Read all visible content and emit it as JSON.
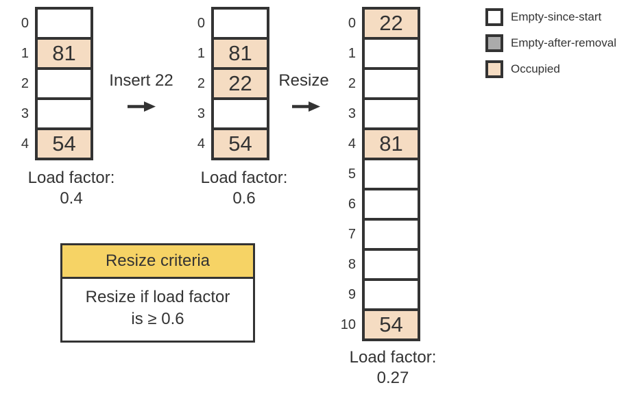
{
  "colors": {
    "border": "#333333",
    "text": "#333333",
    "empty": "#ffffff",
    "removed": "#ababab",
    "occupied": "#f5dcc2",
    "yellow": "#f6d365"
  },
  "tables": [
    {
      "name": "hash-table-initial",
      "caption_label": "Load factor:",
      "caption_value": "0.4",
      "cells": [
        {
          "index": "0",
          "value": "",
          "state": "empty"
        },
        {
          "index": "1",
          "value": "81",
          "state": "occupied"
        },
        {
          "index": "2",
          "value": "",
          "state": "empty"
        },
        {
          "index": "3",
          "value": "",
          "state": "empty"
        },
        {
          "index": "4",
          "value": "54",
          "state": "occupied"
        }
      ]
    },
    {
      "name": "hash-table-after-insert",
      "caption_label": "Load factor:",
      "caption_value": "0.6",
      "cells": [
        {
          "index": "0",
          "value": "",
          "state": "empty"
        },
        {
          "index": "1",
          "value": "81",
          "state": "occupied"
        },
        {
          "index": "2",
          "value": "22",
          "state": "occupied"
        },
        {
          "index": "3",
          "value": "",
          "state": "empty"
        },
        {
          "index": "4",
          "value": "54",
          "state": "occupied"
        }
      ]
    },
    {
      "name": "hash-table-after-resize",
      "caption_label": "Load factor:",
      "caption_value": "0.27",
      "cells": [
        {
          "index": "0",
          "value": "22",
          "state": "occupied"
        },
        {
          "index": "1",
          "value": "",
          "state": "empty"
        },
        {
          "index": "2",
          "value": "",
          "state": "empty"
        },
        {
          "index": "3",
          "value": "",
          "state": "empty"
        },
        {
          "index": "4",
          "value": "81",
          "state": "occupied"
        },
        {
          "index": "5",
          "value": "",
          "state": "empty"
        },
        {
          "index": "6",
          "value": "",
          "state": "empty"
        },
        {
          "index": "7",
          "value": "",
          "state": "empty"
        },
        {
          "index": "8",
          "value": "",
          "state": "empty"
        },
        {
          "index": "9",
          "value": "",
          "state": "empty"
        },
        {
          "index": "10",
          "value": "54",
          "state": "occupied"
        }
      ]
    }
  ],
  "arrows": [
    {
      "label": "Insert 22"
    },
    {
      "label": "Resize"
    }
  ],
  "legend": {
    "items": [
      {
        "label": "Empty-since-start",
        "state": "empty"
      },
      {
        "label": "Empty-after-removal",
        "state": "removed"
      },
      {
        "label": "Occupied",
        "state": "occupied"
      }
    ]
  },
  "criteria": {
    "title": "Resize criteria",
    "body_line1": "Resize if load factor",
    "body_line2": "is ≥ 0.6"
  }
}
